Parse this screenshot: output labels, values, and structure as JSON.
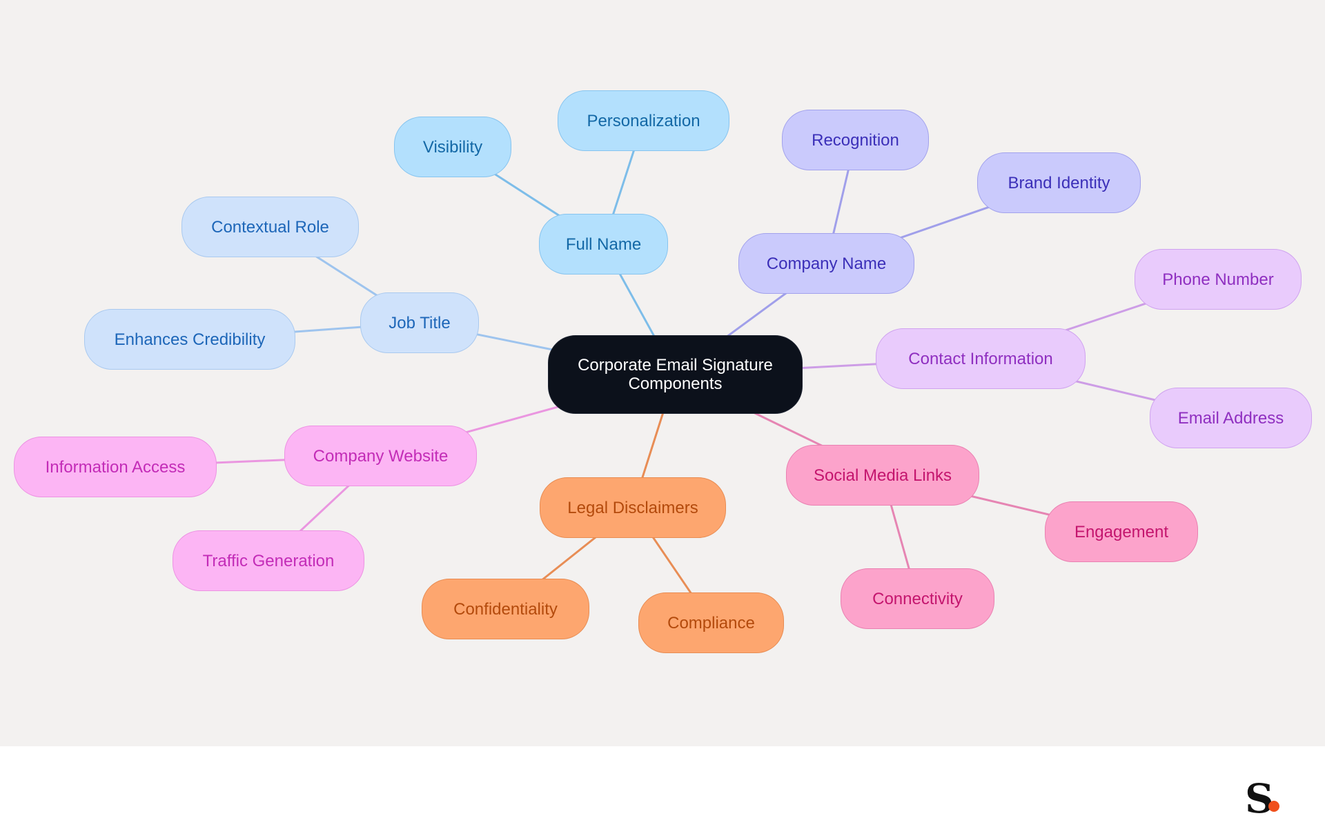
{
  "diagram": {
    "root": {
      "id": "root",
      "label": "Corporate Email Signature Components",
      "fill": "#0c111b",
      "border": "#1c2230",
      "text_color": "#ffffff"
    },
    "branches": [
      {
        "id": "full-name",
        "label": "Full Name",
        "colors": {
          "fill": "#b3e0fd",
          "border": "#86c4ef",
          "text": "#1368a6",
          "line": "#7dbde9"
        },
        "children": [
          {
            "id": "visibility",
            "label": "Visibility"
          },
          {
            "id": "personalization",
            "label": "Personalization"
          }
        ]
      },
      {
        "id": "company-name",
        "label": "Company Name",
        "colors": {
          "fill": "#cacafc",
          "border": "#a2a2ec",
          "text": "#3b2fb8",
          "line": "#a09fea"
        },
        "children": [
          {
            "id": "recognition",
            "label": "Recognition"
          },
          {
            "id": "brand-identity",
            "label": "Brand Identity"
          }
        ]
      },
      {
        "id": "contact-information",
        "label": "Contact Information",
        "colors": {
          "fill": "#e9cbfc",
          "border": "#cfa2ef",
          "text": "#8f2fc0",
          "line": "#cd9de6"
        },
        "children": [
          {
            "id": "phone-number",
            "label": "Phone Number"
          },
          {
            "id": "email-address",
            "label": "Email Address"
          }
        ]
      },
      {
        "id": "social-media-links",
        "label": "Social Media Links",
        "colors": {
          "fill": "#fca3cb",
          "border": "#e980b1",
          "text": "#c4156e",
          "line": "#e685b3"
        },
        "children": [
          {
            "id": "engagement",
            "label": "Engagement"
          },
          {
            "id": "connectivity",
            "label": "Connectivity"
          }
        ]
      },
      {
        "id": "legal-disclaimers",
        "label": "Legal Disclaimers",
        "colors": {
          "fill": "#fda66f",
          "border": "#e88c52",
          "text": "#b34a0c",
          "line": "#e88d55"
        },
        "children": [
          {
            "id": "confidentiality",
            "label": "Confidentiality"
          },
          {
            "id": "compliance",
            "label": "Compliance"
          }
        ]
      },
      {
        "id": "company-website",
        "label": "Company Website",
        "colors": {
          "fill": "#fcb5f4",
          "border": "#ec92e2",
          "text": "#c32cb7",
          "line": "#ea96e0"
        },
        "children": [
          {
            "id": "information-access",
            "label": "Information Access"
          },
          {
            "id": "traffic-generation",
            "label": "Traffic Generation"
          }
        ]
      },
      {
        "id": "job-title",
        "label": "Job Title",
        "colors": {
          "fill": "#cfe2fb",
          "border": "#a9c9ef",
          "text": "#1d66b8",
          "line": "#9ec4ee"
        },
        "children": [
          {
            "id": "contextual-role",
            "label": "Contextual Role"
          },
          {
            "id": "enhances-credibility",
            "label": "Enhances Credibility"
          }
        ]
      }
    ]
  },
  "branding": {
    "logo_letter": "S",
    "dot_color": "#f0501c"
  }
}
